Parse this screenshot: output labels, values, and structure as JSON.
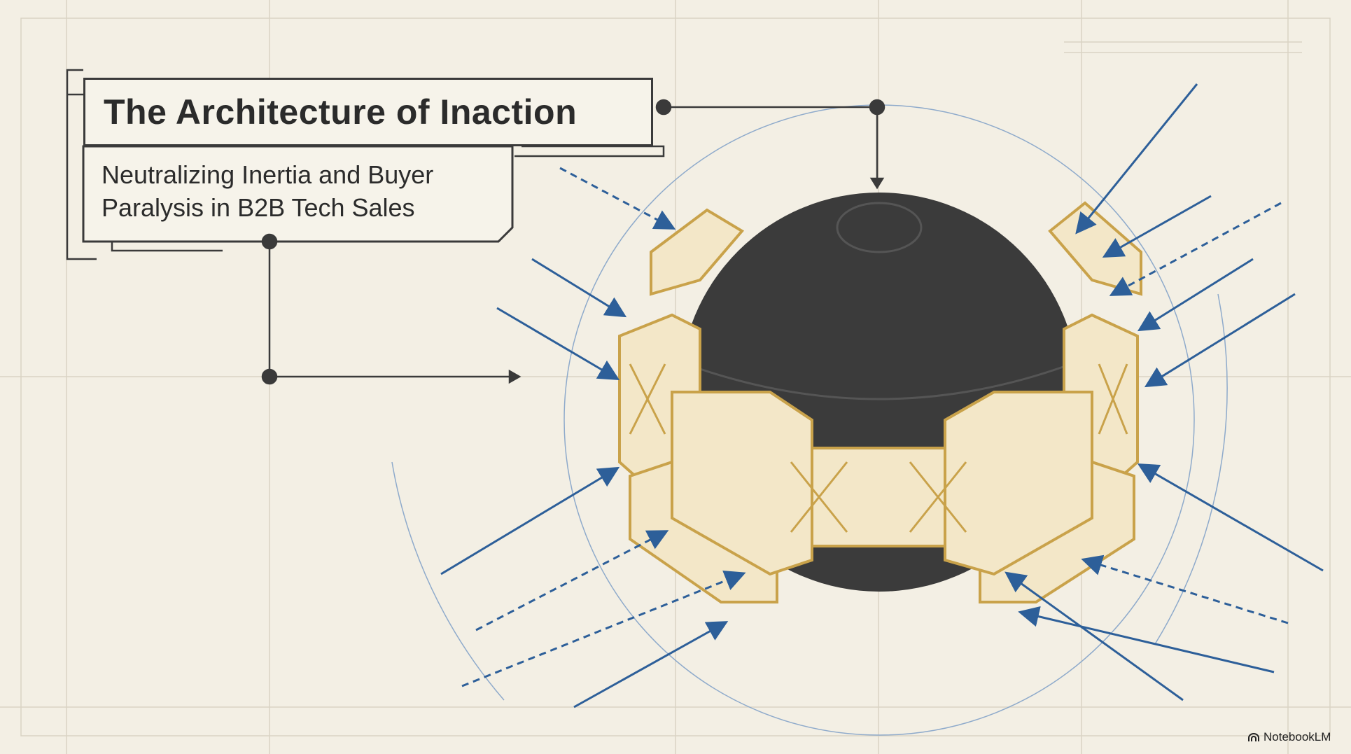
{
  "slide": {
    "title": "The Architecture of Inaction",
    "subtitle_line1": "Neutralizing Inertia and Buyer",
    "subtitle_line2": "Paralysis in B2B Tech Sales"
  },
  "branding": {
    "label": "NotebookLM",
    "icon": "notebooklm-logo-icon"
  },
  "colors": {
    "background": "#f3efe4",
    "ink": "#3a3a3a",
    "arrow_blue": "#2d5f99",
    "frame_gold": "#c9a24a",
    "sphere": "#3a3a3a"
  }
}
